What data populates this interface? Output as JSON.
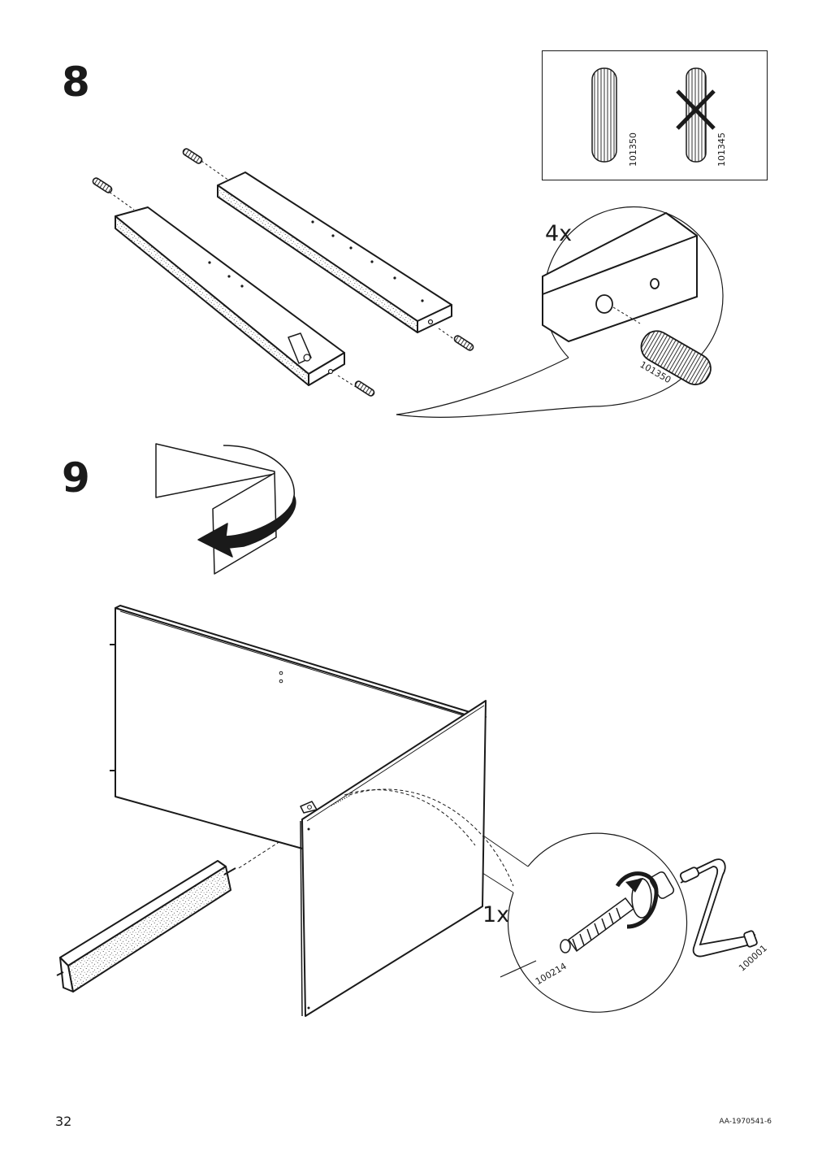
{
  "steps": {
    "step8": {
      "number": "8",
      "quantity": "4x"
    },
    "step9": {
      "number": "9",
      "quantity": "1x"
    }
  },
  "parts": {
    "correct_dowel": "101350",
    "wrong_dowel": "101345",
    "detail_dowel": "101350",
    "screw": "100214",
    "crank": "100001"
  },
  "footer": {
    "page_number": "32",
    "document_id": "AA-1970541-6"
  }
}
